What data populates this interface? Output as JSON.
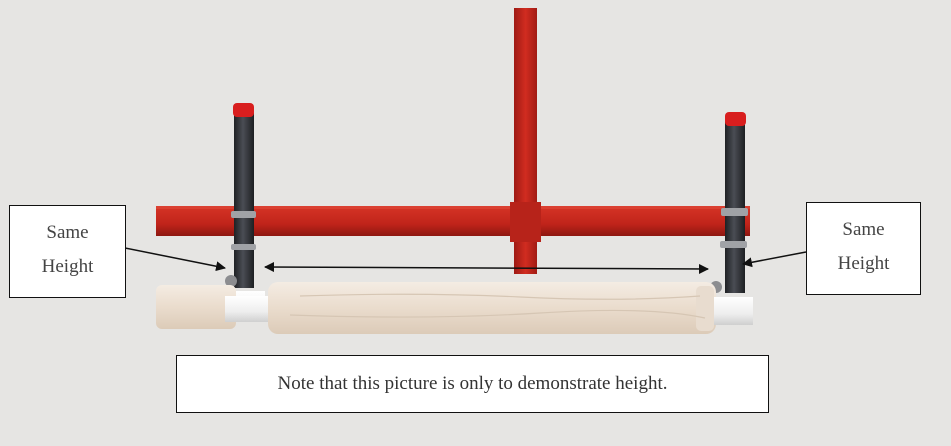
{
  "labels": {
    "left": {
      "line1": "Same",
      "line2": "Height"
    },
    "right": {
      "line1": "Same",
      "line2": "Height"
    }
  },
  "note": "Note that this picture is only to demonstrate height.",
  "colors": {
    "background": "#e6e5e3",
    "frame_red": "#c8261c",
    "post_dark": "#2f3136",
    "cap_red": "#d81e1e",
    "padding_cream": "#efe6dc",
    "pipe_white": "#f2f2f2",
    "arrow": "#111111"
  }
}
